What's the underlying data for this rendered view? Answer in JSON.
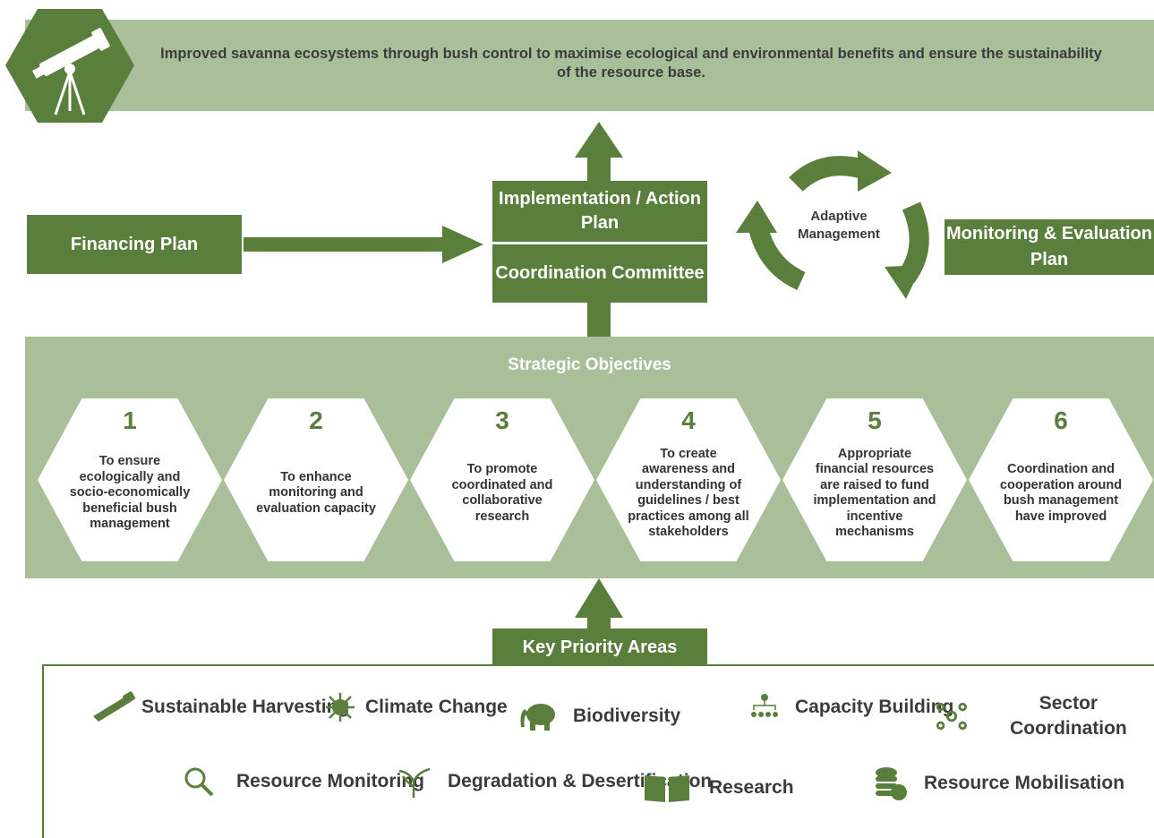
{
  "vision": {
    "text": "Improved savanna ecosystems through bush control to maximise ecological and environmental benefits and ensure the sustainability of the resource base.",
    "icon": "telescope-icon"
  },
  "center": {
    "implementation": "Implementation / Action Plan",
    "coordination": "Coordination Committee"
  },
  "financing": "Financing Plan",
  "adaptive": "Adaptive Management",
  "monitoring": "Monitoring & Evaluation Plan",
  "objectives": {
    "title": "Strategic Objectives",
    "items": [
      {
        "num": "1",
        "text": "To ensure ecologically and socio-economically beneficial bush management"
      },
      {
        "num": "2",
        "text": "To enhance monitoring and evaluation capacity"
      },
      {
        "num": "3",
        "text": "To promote coordinated and collaborative research"
      },
      {
        "num": "4",
        "text": "To create awareness and understanding of guidelines / best practices among all stakeholders"
      },
      {
        "num": "5",
        "text": "Appropriate financial resources are raised to fund implementation and incentive mechanisms"
      },
      {
        "num": "6",
        "text": "Coordination and cooperation around bush management have improved"
      }
    ]
  },
  "kpa": {
    "title": "Key Priority Areas",
    "items": [
      {
        "label": "Sustainable Harvesting",
        "icon": "saw-icon"
      },
      {
        "label": "Climate Change",
        "icon": "sun-icon"
      },
      {
        "label": "Biodiversity",
        "icon": "elephant-icon"
      },
      {
        "label": "Capacity Building",
        "icon": "people-network-icon"
      },
      {
        "label": "Sector Coordination",
        "icon": "gears-icon"
      },
      {
        "label": "Resource Monitoring",
        "icon": "magnifier-icon"
      },
      {
        "label": "Degradation & Desertification",
        "icon": "dry-tree-icon"
      },
      {
        "label": "Research",
        "icon": "book-icon"
      },
      {
        "label": "Resource Mobilisation",
        "icon": "coins-icon"
      }
    ]
  },
  "colors": {
    "dark_green": "#5a7e3c",
    "light_green": "#a8bf9a"
  }
}
